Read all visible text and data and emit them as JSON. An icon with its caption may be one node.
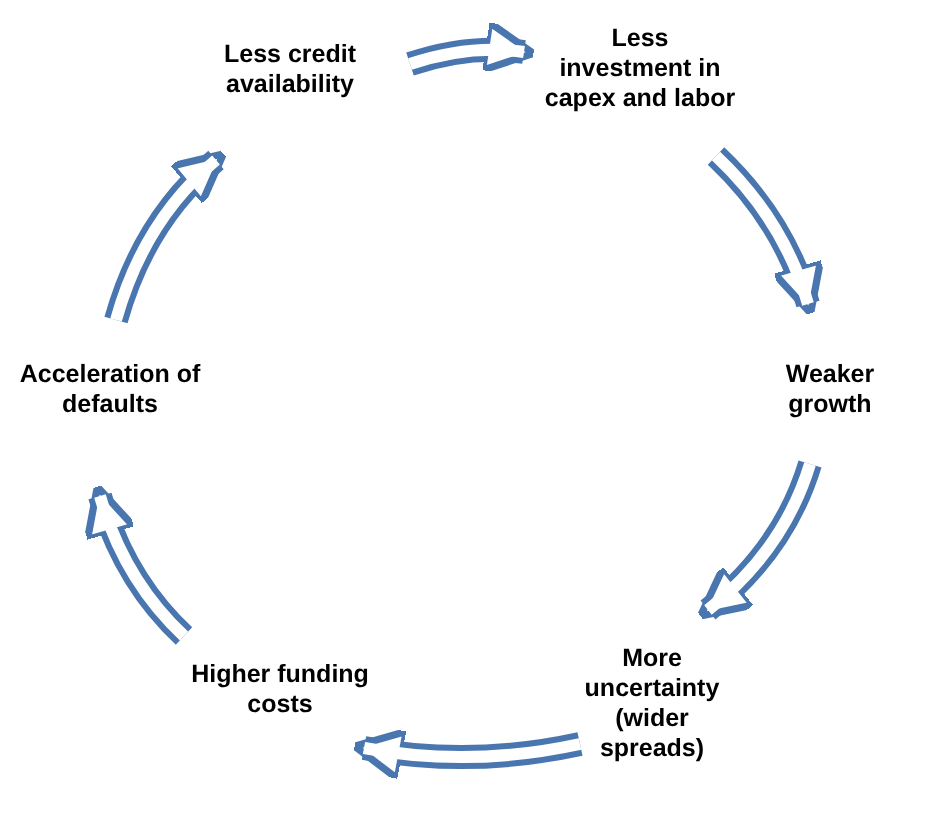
{
  "diagram": {
    "nodes": [
      {
        "text": [
          "Less credit availability"
        ]
      },
      {
        "text": [
          "Less investment in capex and labor"
        ]
      },
      {
        "text": [
          "Weaker growth"
        ]
      },
      {
        "text": [
          "More uncertainty (wider spreads)"
        ]
      },
      {
        "text": [
          "Higher funding costs"
        ]
      },
      {
        "text": [
          "Acceleration of defaults"
        ]
      }
    ],
    "edges": [
      {
        "from": 0,
        "to": 1,
        "arrow": "to"
      },
      {
        "from": 1,
        "to": 2,
        "arrow": "to"
      },
      {
        "from": 2,
        "to": 3,
        "arrow": "to"
      },
      {
        "from": 3,
        "to": 4,
        "arrow": "to"
      },
      {
        "from": 4,
        "to": 5,
        "arrow": "to"
      },
      {
        "from": 5,
        "to": 0,
        "arrow": "to"
      }
    ]
  }
}
